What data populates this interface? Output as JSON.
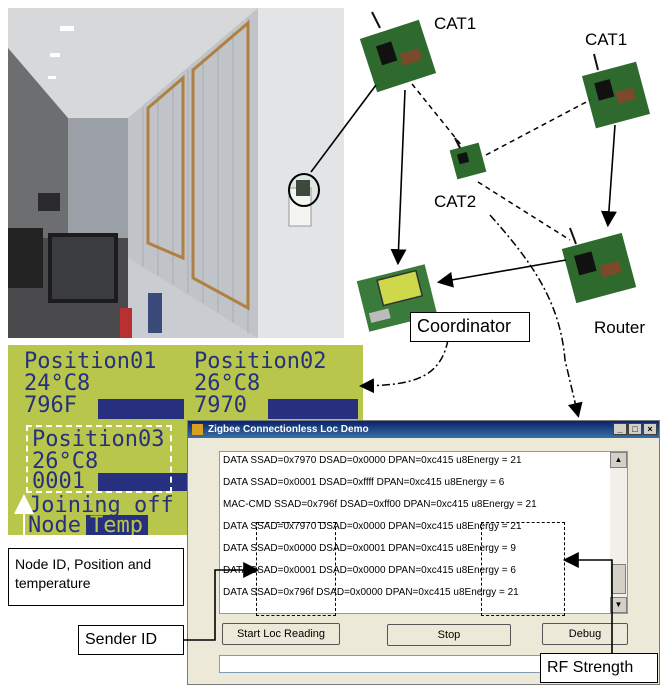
{
  "diagram": {
    "nodes": {
      "cat1_left": "CAT1",
      "cat1_right": "CAT1",
      "cat2": "CAT2",
      "coordinator": "Coordinator",
      "router": "Router"
    },
    "callouts": {
      "node_info": "Node ID, Position and temperature",
      "sender_id": "Sender ID",
      "rf_strength": "RF Strength"
    }
  },
  "lcd": {
    "row1_left": "Position01",
    "row1_right": "Position02",
    "row2_left": "24°C8",
    "row2_right": "26°C8",
    "row3_left": "796F",
    "row3_right": "7970",
    "row4_left": "Position03",
    "row5_left": "26°C8",
    "row6_left": "0001",
    "row7_left": "Joining off",
    "menu_node": "Node",
    "menu_temp": "Temp"
  },
  "window": {
    "title": "Zigbee Connectionless Loc Demo",
    "log_rows": [
      "DATA SSAD=0x7970 DSAD=0x0000 DPAN=0xc415 u8Energy = 21",
      "DATA SSAD=0x0001 DSAD=0xffff DPAN=0xc415 u8Energy = 6",
      "MAC-CMD SSAD=0x796f DSAD=0xff00 DPAN=0xc415 u8Energy = 21",
      "DATA SSAD=0x7970 DSAD=0x0000 DPAN=0xc415 u8Energy = 21",
      "DATA SSAD=0x0000 DSAD=0x0001 DPAN=0xc415 u8Energy = 9",
      "DATA SSAD=0x0001 DSAD=0x0000 DPAN=0xc415 u8Energy = 6",
      "DATA SSAD=0x796f DSAD=0x0000 DPAN=0xc415 u8Energy = 21"
    ],
    "buttons": {
      "start": "Start Loc Reading",
      "stop": "Stop",
      "debug": "Debug"
    },
    "controls": {
      "minimize": "_",
      "maximize": "□",
      "close": "×"
    }
  }
}
